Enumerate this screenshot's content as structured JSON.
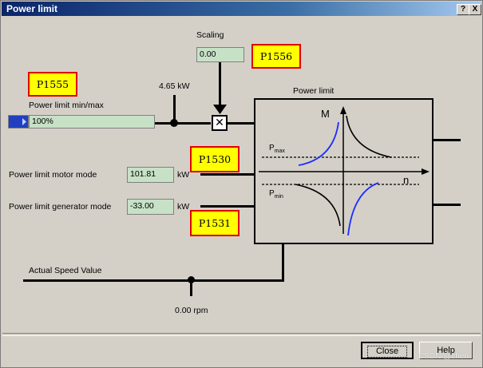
{
  "window": {
    "title": "Power limit",
    "help_btn": "?",
    "close_btn": "X"
  },
  "scaling": {
    "label": "Scaling",
    "value": "0.00",
    "tag": "P1556"
  },
  "power_min_max": {
    "tag": "P1555",
    "label": "Power limit min/max",
    "value": "100%",
    "kw_value": "4.65 kW"
  },
  "motor_mode": {
    "label": "Power limit motor mode",
    "value": "101.81",
    "unit": "kW",
    "tag": "P1530"
  },
  "generator_mode": {
    "label": "Power limit generator mode",
    "value": "-33.00",
    "unit": "kW",
    "tag": "P1531"
  },
  "diagram": {
    "title": "Power limit",
    "axis_m": "M",
    "axis_n": "n",
    "pmax_p": "P",
    "pmax_sub": "max",
    "pmin_p": "P",
    "pmin_sub": "min"
  },
  "speed": {
    "label": "Actual Speed Value",
    "value": "0.00 rpm"
  },
  "multiply_symbol": "✕",
  "footer": {
    "close": "Close",
    "help": "Help"
  },
  "watermark": "CSDN @chen"
}
